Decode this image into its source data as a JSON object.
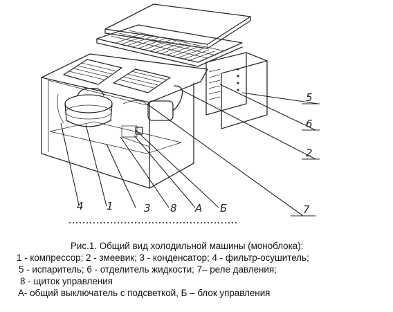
{
  "callouts": {
    "c4": "4",
    "c1": "1",
    "c3": "3",
    "c8": "8",
    "cA": "А",
    "cB": "Б",
    "c7": "7",
    "c5": "5",
    "c6": "6",
    "c2": "2"
  },
  "caption": {
    "title": "Рис.1. Общий вид холодильной машины (моноблока):",
    "line1": "1 - компрессор; 2 - змеевик; 3 - конденсатор; 4 - фильтр-осушитель;",
    "line2": "5 - испаритель; 6 - отделитель жидкости; 7– реле давления;",
    "line3": "8 - щиток управления",
    "line4": "А- общий выключатель с подсветкой, Б – блок управления"
  }
}
